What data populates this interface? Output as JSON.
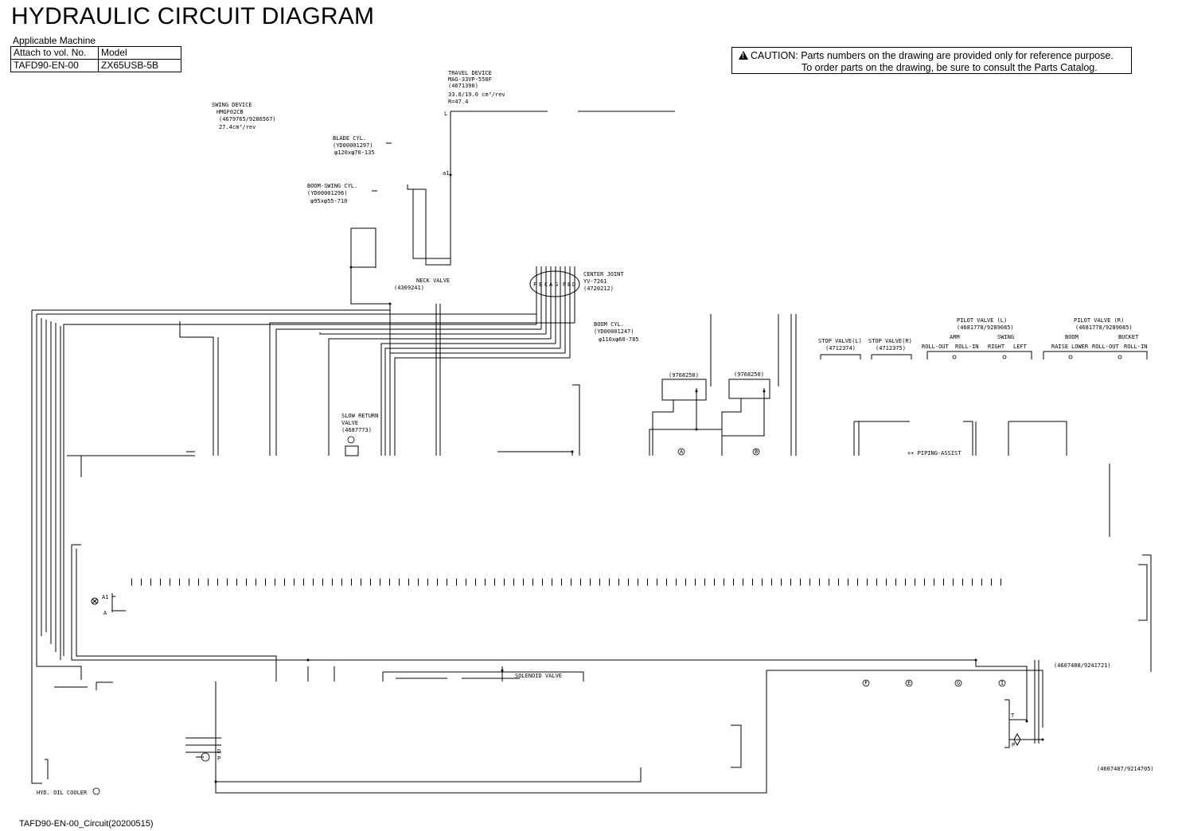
{
  "header": {
    "title": "HYDRAULIC CIRCUIT DIAGRAM",
    "applicable_label": "Applicable Machine",
    "table": {
      "col1_header": "Attach to vol. No.",
      "col2_header": "Model",
      "col1_value": "TAFD90-EN-00",
      "col2_value": "ZX65USB-5B"
    }
  },
  "caution": {
    "line1": "CAUTION: Parts numbers on the drawing are provided only for reference purpose.",
    "line2": "To order parts on the drawing, be sure to consult the Parts Catalog."
  },
  "components": {
    "travel_device": [
      "TRAVEL DEVICE",
      "MAG-33VP-550F",
      "(4671390)",
      "33.8/19.0 cm³/rev",
      "R=47.4"
    ],
    "swing_device": [
      "SWING DEVICE",
      "HMGF02CB",
      "(4679765/9286567)",
      "27.4cm³/rev"
    ],
    "blade_cyl": [
      "BLADE CYL.",
      "(YD00001297)",
      "φ120xφ70-135"
    ],
    "boom_swing_cyl": [
      "BOOM-SWING CYL.",
      "(YD00001296)",
      "φ95xφ55-710"
    ],
    "neck_valve": [
      "NECK VALVE",
      "(4369241)"
    ],
    "center_joint": [
      "CENTER JOINT",
      "YV-7261",
      "(4720212)"
    ],
    "center_joint_ports": [
      "F",
      "E",
      "C",
      "A",
      "G",
      "P",
      "B",
      "D"
    ],
    "boom_cyl": [
      "BOOM CYL.",
      "(YD00001247)",
      "φ110xφ60-785"
    ],
    "part_9768250_a": "(9768250)",
    "part_9768250_b": "(9768250)",
    "stop_valve_l": [
      "STOP VALVE(L)",
      "(4712374)"
    ],
    "stop_valve_r": [
      "STOP VALVE(R)",
      "(4712375)"
    ],
    "pilot_valve_l": {
      "title": [
        "PILOT VALVE (L)",
        "(4681778/9289085)"
      ],
      "groups": [
        "ARM",
        "SWING"
      ],
      "labels": [
        "ROLL-OUT",
        "ROLL-IN",
        "RIGHT",
        "LEFT"
      ]
    },
    "pilot_valve_r": {
      "title": [
        "PILOT VALVE (R)",
        "(4681778/9289085)"
      ],
      "groups": [
        "BOOM",
        "BUCKET"
      ],
      "labels": [
        "RAISE",
        "LOWER",
        "ROLL-OUT",
        "ROLL-IN"
      ]
    },
    "slow_return_valve": [
      "SLOW RETURN",
      "VALVE",
      "(4687773)"
    ],
    "piping_assist": "×× PIPING-ASSIST",
    "solenoid_valve": "SOLENOID VALVE",
    "part_4607488": "(4607488/9241721)",
    "part_4607487": "(4607487/9214705)",
    "hyd_oil_cooler": "HYD. OIL COOLER",
    "port_a1": "a1",
    "port_l": "L",
    "port_a_upper": "A1",
    "port_a_lower": "A",
    "port_t": "T",
    "port_p": "P",
    "port_d": "D",
    "port_p2": "P",
    "circle_a": "A",
    "circle_b": "B",
    "circle_f": "F",
    "circle_e": "E",
    "circle_g": "G",
    "circle_i": "I"
  },
  "footer": {
    "code": "TAFD90-EN-00_Circuit(20200515)"
  }
}
